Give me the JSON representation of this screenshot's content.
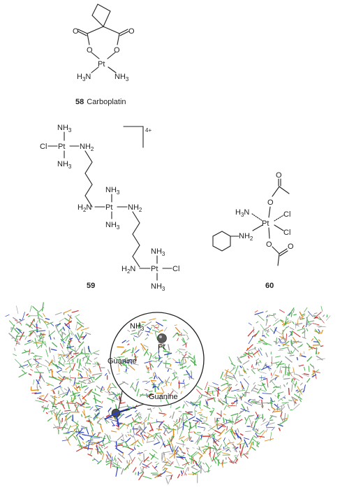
{
  "compound_58": {
    "number": "58",
    "name": "Carboplatin",
    "atoms": {
      "o_left": "O",
      "o_right": "O",
      "o_ring_left": "O",
      "o_ring_right": "O",
      "pt": "Pt",
      "h3n_left": "H3N",
      "nh3_right": "NH3"
    }
  },
  "compound_59": {
    "number": "59",
    "charge": "4+",
    "atoms": {
      "top_nh3_up": "NH3",
      "top_cl": "Cl",
      "top_pt": "Pt",
      "top_nh2": "NH2",
      "top_nh3_down": "NH3",
      "mid_nh3_up": "NH3",
      "mid_h2n": "H2N",
      "mid_pt": "Pt",
      "mid_nh2": "NH2",
      "mid_nh3_down": "NH3",
      "bot_nh3_up": "NH3",
      "bot_h2n": "H2N",
      "bot_pt": "Pt",
      "bot_cl": "Cl",
      "bot_nh3_down": "NH3"
    }
  },
  "compound_60": {
    "number": "60",
    "atoms": {
      "o_top": "O",
      "o_top2": "O",
      "h3n": "H3N",
      "pt": "Pt",
      "cl_1": "Cl",
      "cl_2": "Cl",
      "nh2": "NH2",
      "o_bot": "O",
      "o_bot2": "O"
    }
  },
  "dna_model": {
    "labels": {
      "nh3": "NH3",
      "pt": "Pt",
      "guanine_1": "Guanine",
      "guanine_2": "Guanine"
    },
    "colors": {
      "green": "#4caf50",
      "blue": "#2a3fbf",
      "red": "#d32f2f",
      "orange": "#e08a1e",
      "grey": "#9a9a9a",
      "platinum": "#555555"
    }
  }
}
